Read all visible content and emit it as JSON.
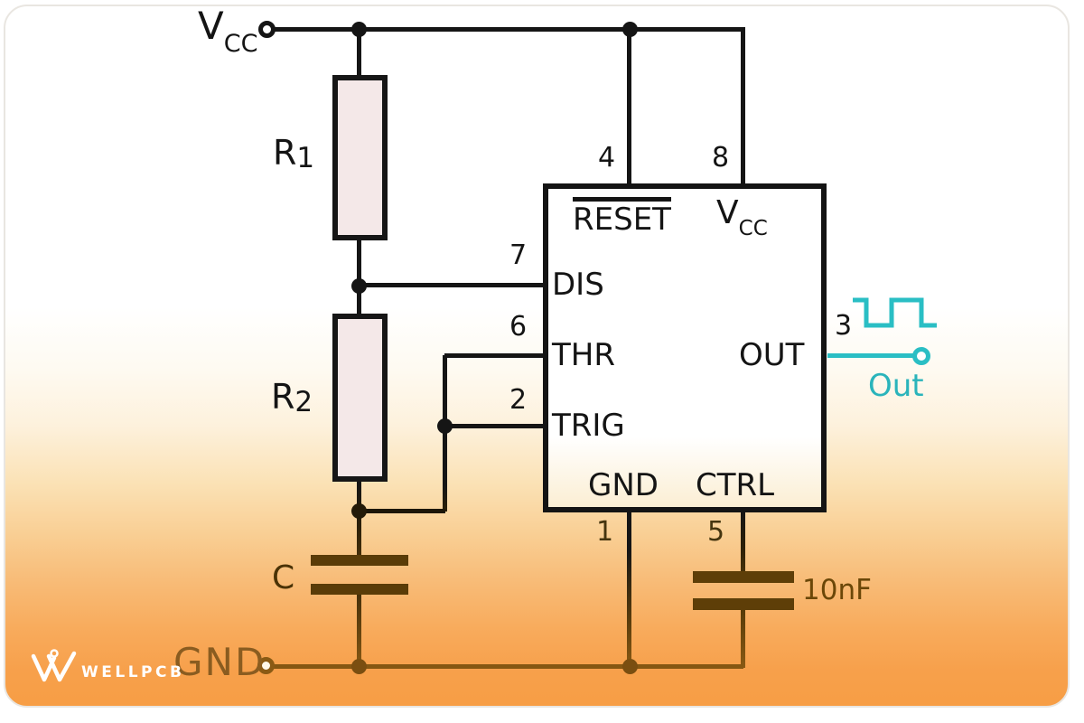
{
  "power": {
    "vcc_main": "V",
    "vcc_sub": "CC"
  },
  "ground": {
    "label": "GND"
  },
  "output": {
    "label": "Out"
  },
  "resistors": {
    "r1_prefix": "R",
    "r1_sub": "1",
    "r2_prefix": "R",
    "r2_sub": "2"
  },
  "capacitors": {
    "timing": "C",
    "control": "10nF"
  },
  "ic555": {
    "reset": "RESET",
    "vcc_v": "V",
    "vcc_sub": "CC",
    "dis": "DIS",
    "thr": "THR",
    "trig": "TRIG",
    "gnd": "GND",
    "ctrl": "CTRL",
    "out": "OUT",
    "pins": {
      "p1": "1",
      "p2": "2",
      "p3": "3",
      "p4": "4",
      "p5": "5",
      "p6": "6",
      "p7": "7",
      "p8": "8"
    }
  },
  "branding": {
    "logo_text": "WELLPCB"
  },
  "colors": {
    "accent_cyan": "#2abec4",
    "gradient_orange": "#f79e45",
    "wire_black": "#151515",
    "wire_brown": "#8a5a14",
    "resistor_fill": "#f4e8e8"
  }
}
